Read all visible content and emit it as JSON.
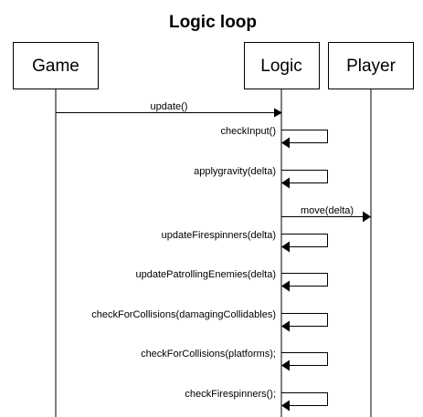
{
  "title": "Logic loop",
  "participants": [
    "Game",
    "Logic",
    "Player"
  ],
  "messages": [
    {
      "label": "update()",
      "from": "Game",
      "to": "Logic"
    },
    {
      "label": "checkInput()",
      "from": "Logic",
      "to": "Logic"
    },
    {
      "label": "applygravity(delta)",
      "from": "Logic",
      "to": "Logic"
    },
    {
      "label": "move(delta)",
      "from": "Logic",
      "to": "Player"
    },
    {
      "label": "updateFirespinners(delta)",
      "from": "Logic",
      "to": "Logic"
    },
    {
      "label": "updatePatrollingEnemies(delta)",
      "from": "Logic",
      "to": "Logic"
    },
    {
      "label": "checkForCollisions(damagingCollidables)",
      "from": "Logic",
      "to": "Logic"
    },
    {
      "label": "checkForCollisions(platforms);",
      "from": "Logic",
      "to": "Logic"
    },
    {
      "label": "checkFirespinners();",
      "from": "Logic",
      "to": "Logic"
    }
  ]
}
